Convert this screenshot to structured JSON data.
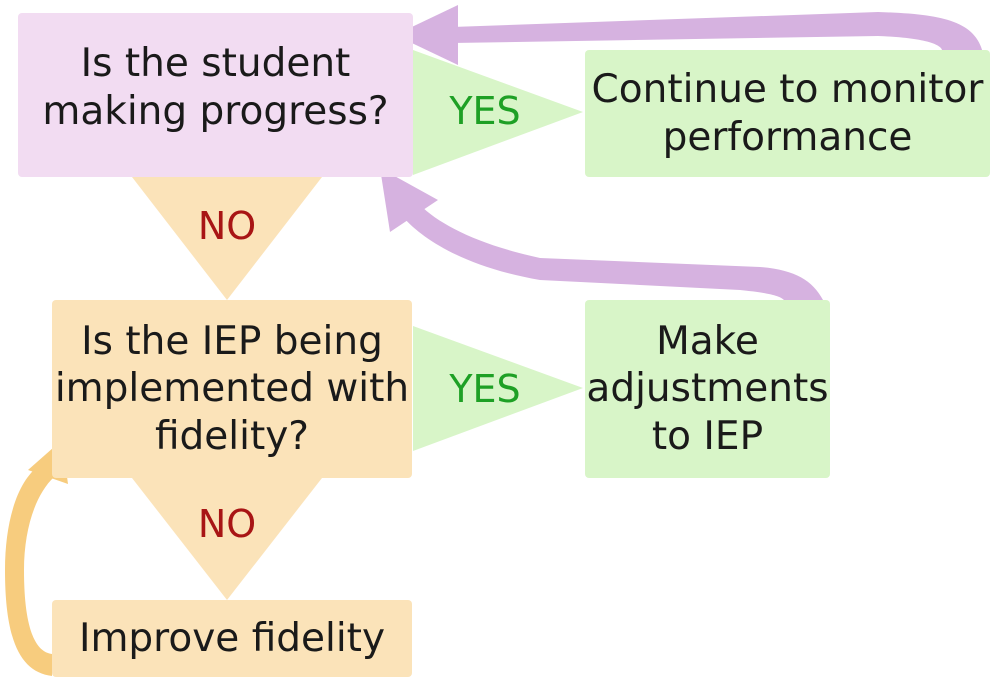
{
  "nodes": {
    "progress_question": "Is the student\nmaking progress?",
    "continue_monitor": "Continue to monitor\nperformance",
    "fidelity_question": "Is the IEP being\nimplemented with\nfidelity?",
    "make_adjustments": "Make\nadjustments\nto IEP",
    "improve_fidelity": "Improve fidelity"
  },
  "edges": {
    "progress_yes": "YES",
    "progress_no": "NO",
    "fidelity_yes": "YES",
    "fidelity_no": "NO"
  },
  "colors": {
    "question_purple": "#f2dcf2",
    "question_orange": "#fbe3b9",
    "action_green": "#d8f5c8",
    "yes_text": "#1ea025",
    "no_text": "#a81515",
    "purple_arrow": "#d6b2e0",
    "orange_arrow": "#f7cc7e"
  }
}
